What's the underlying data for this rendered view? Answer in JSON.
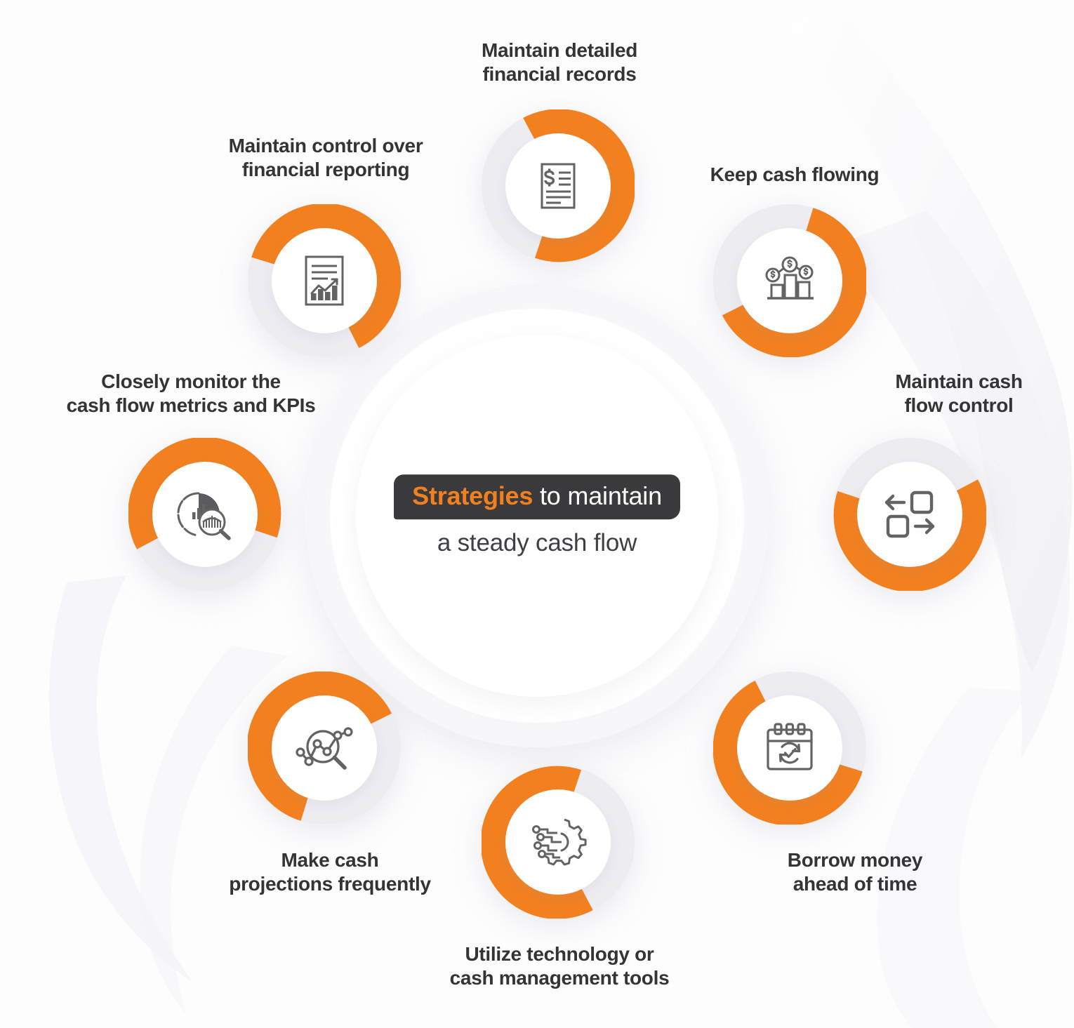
{
  "theme": {
    "accent": "#f2801f",
    "text_dark": "#343436",
    "pill_bg": "#3a3a3c",
    "icon_stroke": "#636366",
    "background": "#fdfdfe"
  },
  "center": {
    "title_accent": "Strategies",
    "title_rest": " to maintain",
    "subtitle": "a steady cash flow"
  },
  "nodes": [
    {
      "id": "maintain-records",
      "label_line1": "Maintain detailed",
      "label_line2": "financial records",
      "icon": "invoice-dollar-icon"
    },
    {
      "id": "keep-cash-flowing",
      "label_line1": "Keep cash flowing",
      "label_line2": "",
      "icon": "bar-chart-coins-icon"
    },
    {
      "id": "cash-flow-control",
      "label_line1": "Maintain cash",
      "label_line2": "flow control",
      "icon": "transfer-squares-icon"
    },
    {
      "id": "borrow-ahead",
      "label_line1": "Borrow money",
      "label_line2": "ahead of time",
      "icon": "calendar-refresh-check-icon"
    },
    {
      "id": "utilize-technology",
      "label_line1": "Utilize technology or",
      "label_line2": "cash management tools",
      "icon": "gear-circuit-icon"
    },
    {
      "id": "cash-projections",
      "label_line1": "Make cash",
      "label_line2": "projections frequently",
      "icon": "magnifier-trendline-icon"
    },
    {
      "id": "monitor-kpis",
      "label_line1": "Closely monitor the",
      "label_line2": "cash flow metrics and KPIs",
      "icon": "donut-magnifier-analytics-icon"
    },
    {
      "id": "financial-reporting",
      "label_line1": "Maintain control over",
      "label_line2": "financial reporting",
      "icon": "report-chart-document-icon"
    }
  ]
}
